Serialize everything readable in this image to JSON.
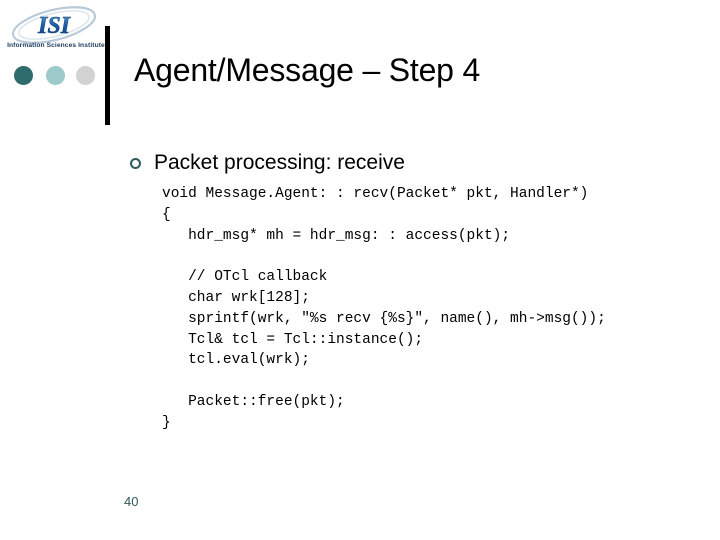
{
  "slide": {
    "title": "Agent/Message – Step 4",
    "page_number": "40",
    "background_color": "#ffffff"
  },
  "logo": {
    "name": "isi-logo",
    "wordmark": "ISI",
    "caption": "Information Sciences Institute",
    "brand_color": "#1b5fa8",
    "dots": [
      {
        "name": "dot-dark",
        "color": "#2e6b6b"
      },
      {
        "name": "dot-light",
        "color": "#9cc9c9"
      },
      {
        "name": "dot-gray",
        "color": "#d2d2d2"
      }
    ]
  },
  "content": {
    "bullet": {
      "marker": "hollow-circle",
      "marker_color": "#31595c",
      "text": "Packet processing: receive"
    },
    "code": {
      "language": "cpp",
      "lines": [
        "void Message.Agent: : recv(Packet* pkt, Handler*)",
        "{",
        "   hdr_msg* mh = hdr_msg: : access(pkt);",
        "",
        "   // OTcl callback",
        "   char wrk[128];",
        "   sprintf(wrk, \"%s recv {%s}\", name(), mh->msg());",
        "   Tcl& tcl = Tcl::instance();",
        "   tcl.eval(wrk);",
        "",
        "   Packet::free(pkt);",
        "}"
      ]
    }
  }
}
